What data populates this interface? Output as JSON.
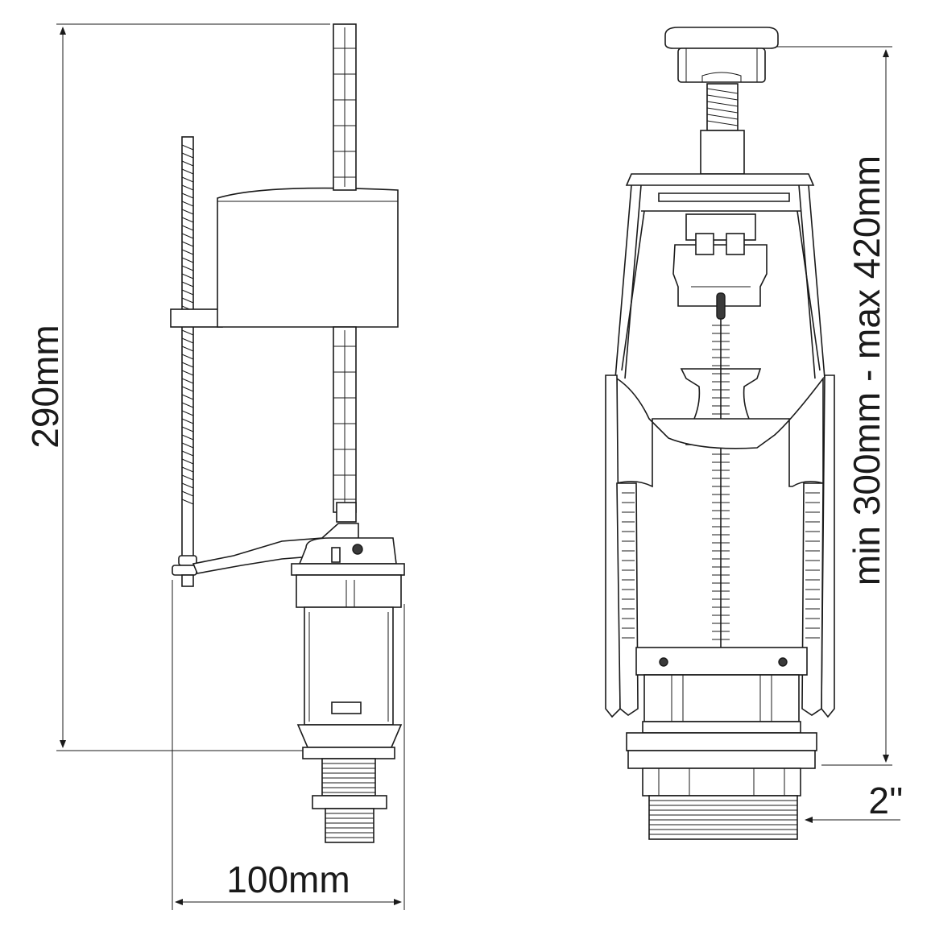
{
  "dimensions": {
    "height_fill_valve": "290mm",
    "width_fill_valve": "100mm",
    "height_flush_valve": "min 300mm - max 420mm",
    "thread_size": "2''"
  },
  "colors": {
    "line": "#1a1a1a",
    "background": "#ffffff"
  }
}
